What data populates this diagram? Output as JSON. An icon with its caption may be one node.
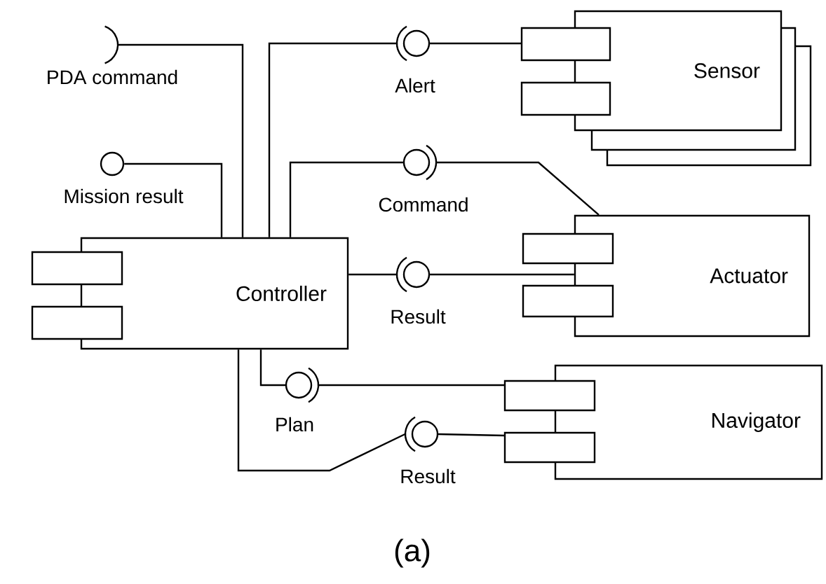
{
  "diagram": {
    "caption": "(a)",
    "nodes": [
      {
        "text": [
          "Controller"
        ]
      },
      {
        "text": [
          "Sensor"
        ]
      },
      {
        "text": [
          "Actuator"
        ]
      },
      {
        "text": [
          "Navigator"
        ]
      },
      {
        "text": [],
        "shape": "arc",
        "beside": [
          "PDA command"
        ]
      },
      {
        "text": [],
        "shape": "circle",
        "beside": [
          "Mission result"
        ]
      },
      {
        "text": [],
        "shape": "circle",
        "beside": [
          "Alert"
        ]
      },
      {
        "text": [],
        "shape": "circle",
        "beside": [
          "Command"
        ]
      },
      {
        "text": [],
        "shape": "circle",
        "beside": [
          "Result"
        ]
      },
      {
        "text": [],
        "shape": "circle",
        "beside": [
          "Plan"
        ]
      },
      {
        "text": [],
        "shape": "circle",
        "beside": [
          "Result"
        ]
      }
    ],
    "edges": [
      {
        "from": 0,
        "to": 4,
        "arrow": "none"
      },
      {
        "from": 0,
        "to": 5,
        "arrow": "none"
      },
      {
        "from": 0,
        "to": 6,
        "arrow": "none"
      },
      {
        "from": 6,
        "to": 1,
        "arrow": "none"
      },
      {
        "from": 0,
        "to": 7,
        "arrow": "none"
      },
      {
        "from": 7,
        "to": 2,
        "arrow": "none"
      },
      {
        "from": 0,
        "to": 8,
        "arrow": "none"
      },
      {
        "from": 8,
        "to": 2,
        "arrow": "none"
      },
      {
        "from": 0,
        "to": 9,
        "arrow": "none"
      },
      {
        "from": 9,
        "to": 3,
        "arrow": "none"
      },
      {
        "from": 0,
        "to": 10,
        "arrow": "none"
      },
      {
        "from": 10,
        "to": 3,
        "arrow": "none"
      }
    ]
  }
}
